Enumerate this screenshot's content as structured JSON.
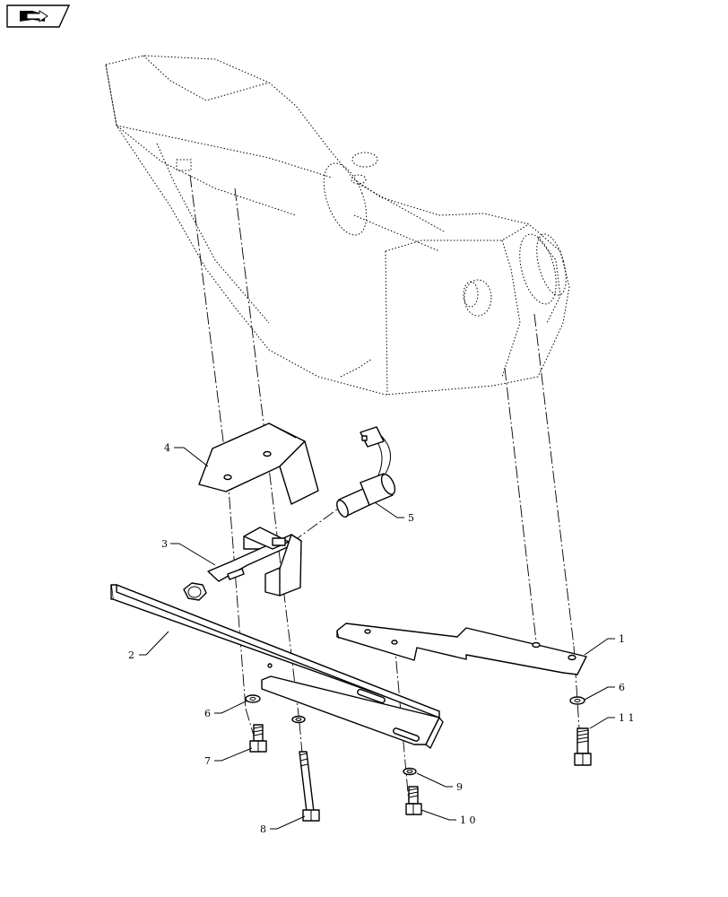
{
  "logo_icon": "book-arrow-icon",
  "callouts": [
    {
      "id": "c1",
      "label": "1"
    },
    {
      "id": "c2",
      "label": "2"
    },
    {
      "id": "c3",
      "label": "3"
    },
    {
      "id": "c4",
      "label": "4"
    },
    {
      "id": "c5",
      "label": "5"
    },
    {
      "id": "c6a",
      "label": "6"
    },
    {
      "id": "c6b",
      "label": "6"
    },
    {
      "id": "c7",
      "label": "7"
    },
    {
      "id": "c8",
      "label": "8"
    },
    {
      "id": "c9",
      "label": "9"
    },
    {
      "id": "c10",
      "label": "1 0"
    },
    {
      "id": "c11",
      "label": "1 1"
    }
  ]
}
